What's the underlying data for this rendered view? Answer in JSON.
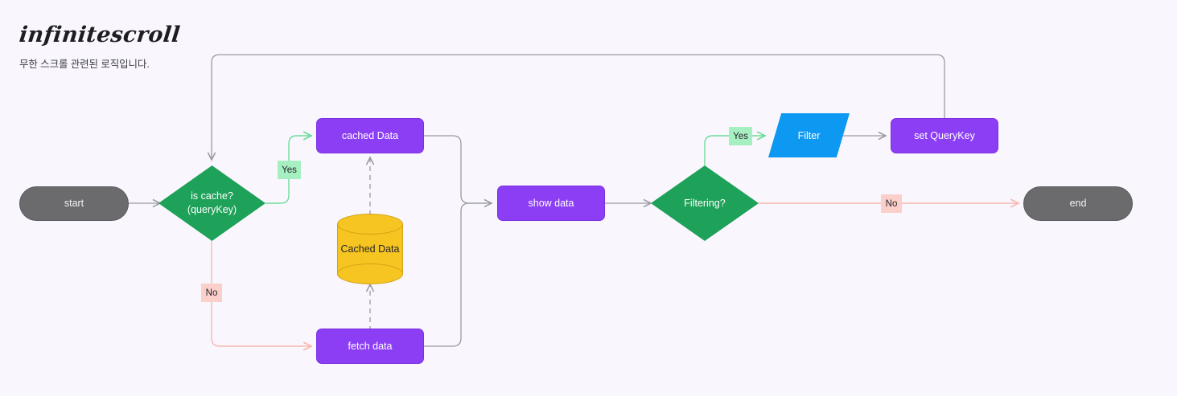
{
  "header": {
    "title": "infinitescroll",
    "subtitle": "무한 스크롤 관련된 로직입니다."
  },
  "colors": {
    "background": "#f9f7fd",
    "terminal": "#6b6b6e",
    "process": "#8c3ef5",
    "decision": "#1ea158",
    "io": "#0d98f2",
    "database": "#f6c521",
    "edge_default": "#9a9aa2",
    "edge_yes": "#6fdc9a",
    "edge_no": "#f7b8b2",
    "label_yes_bg": "#a6efc1",
    "label_no_bg": "#fbcfca"
  },
  "nodes": [
    {
      "id": "start",
      "type": "terminal",
      "label": "start"
    },
    {
      "id": "is-cache",
      "type": "decision",
      "label_line1": "is cache?",
      "label_line2": "(queryKey)"
    },
    {
      "id": "cached-data",
      "type": "process",
      "label": "cached Data"
    },
    {
      "id": "fetch-data",
      "type": "process",
      "label": "fetch data"
    },
    {
      "id": "cached-store",
      "type": "database",
      "label": "Cached Data"
    },
    {
      "id": "show-data",
      "type": "process",
      "label": "show data"
    },
    {
      "id": "filtering",
      "type": "decision",
      "label_line1": "Filtering?",
      "label_line2": ""
    },
    {
      "id": "filter",
      "type": "io",
      "label": "Filter"
    },
    {
      "id": "set-querykey",
      "type": "process",
      "label": "set QueryKey"
    },
    {
      "id": "end",
      "type": "terminal",
      "label": "end"
    }
  ],
  "edge_labels": {
    "is_cache_yes": "Yes",
    "is_cache_no": "No",
    "filtering_yes": "Yes",
    "filtering_no": "No"
  },
  "chart_data": {
    "type": "table",
    "title": "infinitescroll",
    "edges": [
      {
        "from": "start",
        "to": "is-cache",
        "label": "",
        "style": "solid",
        "color": "#9a9aa2"
      },
      {
        "from": "is-cache",
        "to": "cached-data",
        "label": "Yes",
        "style": "solid",
        "color": "#6fdc9a"
      },
      {
        "from": "is-cache",
        "to": "fetch-data",
        "label": "No",
        "style": "solid",
        "color": "#f7b8b2"
      },
      {
        "from": "cached-data",
        "to": "show-data",
        "label": "",
        "style": "solid",
        "color": "#9a9aa2"
      },
      {
        "from": "fetch-data",
        "to": "show-data",
        "label": "",
        "style": "solid",
        "color": "#9a9aa2"
      },
      {
        "from": "cached-store",
        "to": "cached-data",
        "label": "",
        "style": "dashed",
        "color": "#9a9aa2"
      },
      {
        "from": "fetch-data",
        "to": "cached-store",
        "label": "",
        "style": "dashed",
        "color": "#9a9aa2"
      },
      {
        "from": "show-data",
        "to": "filtering",
        "label": "",
        "style": "solid",
        "color": "#9a9aa2"
      },
      {
        "from": "filtering",
        "to": "filter",
        "label": "Yes",
        "style": "solid",
        "color": "#6fdc9a"
      },
      {
        "from": "filtering",
        "to": "end",
        "label": "No",
        "style": "solid",
        "color": "#f7b8b2"
      },
      {
        "from": "filter",
        "to": "set-querykey",
        "label": "",
        "style": "solid",
        "color": "#9a9aa2"
      },
      {
        "from": "set-querykey",
        "to": "is-cache",
        "label": "",
        "style": "solid",
        "color": "#9a9aa2"
      }
    ]
  }
}
